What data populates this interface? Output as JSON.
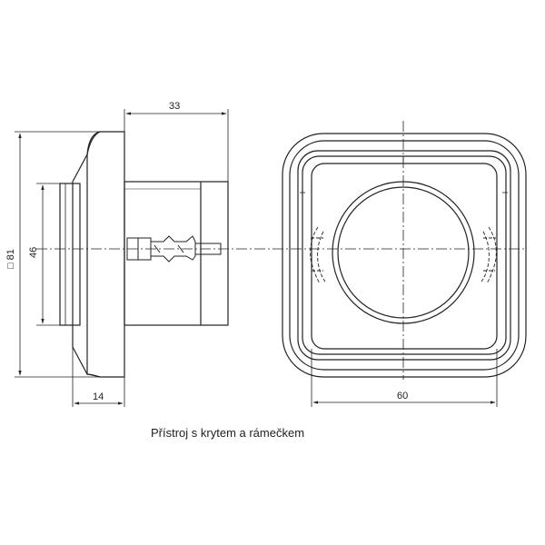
{
  "dimensions": {
    "depth": "33",
    "height": "81",
    "height_symbol": "□",
    "inner_height": "46",
    "front_depth": "14",
    "frame_width": "60"
  },
  "caption": "Přístroj s krytem a rámečkem"
}
